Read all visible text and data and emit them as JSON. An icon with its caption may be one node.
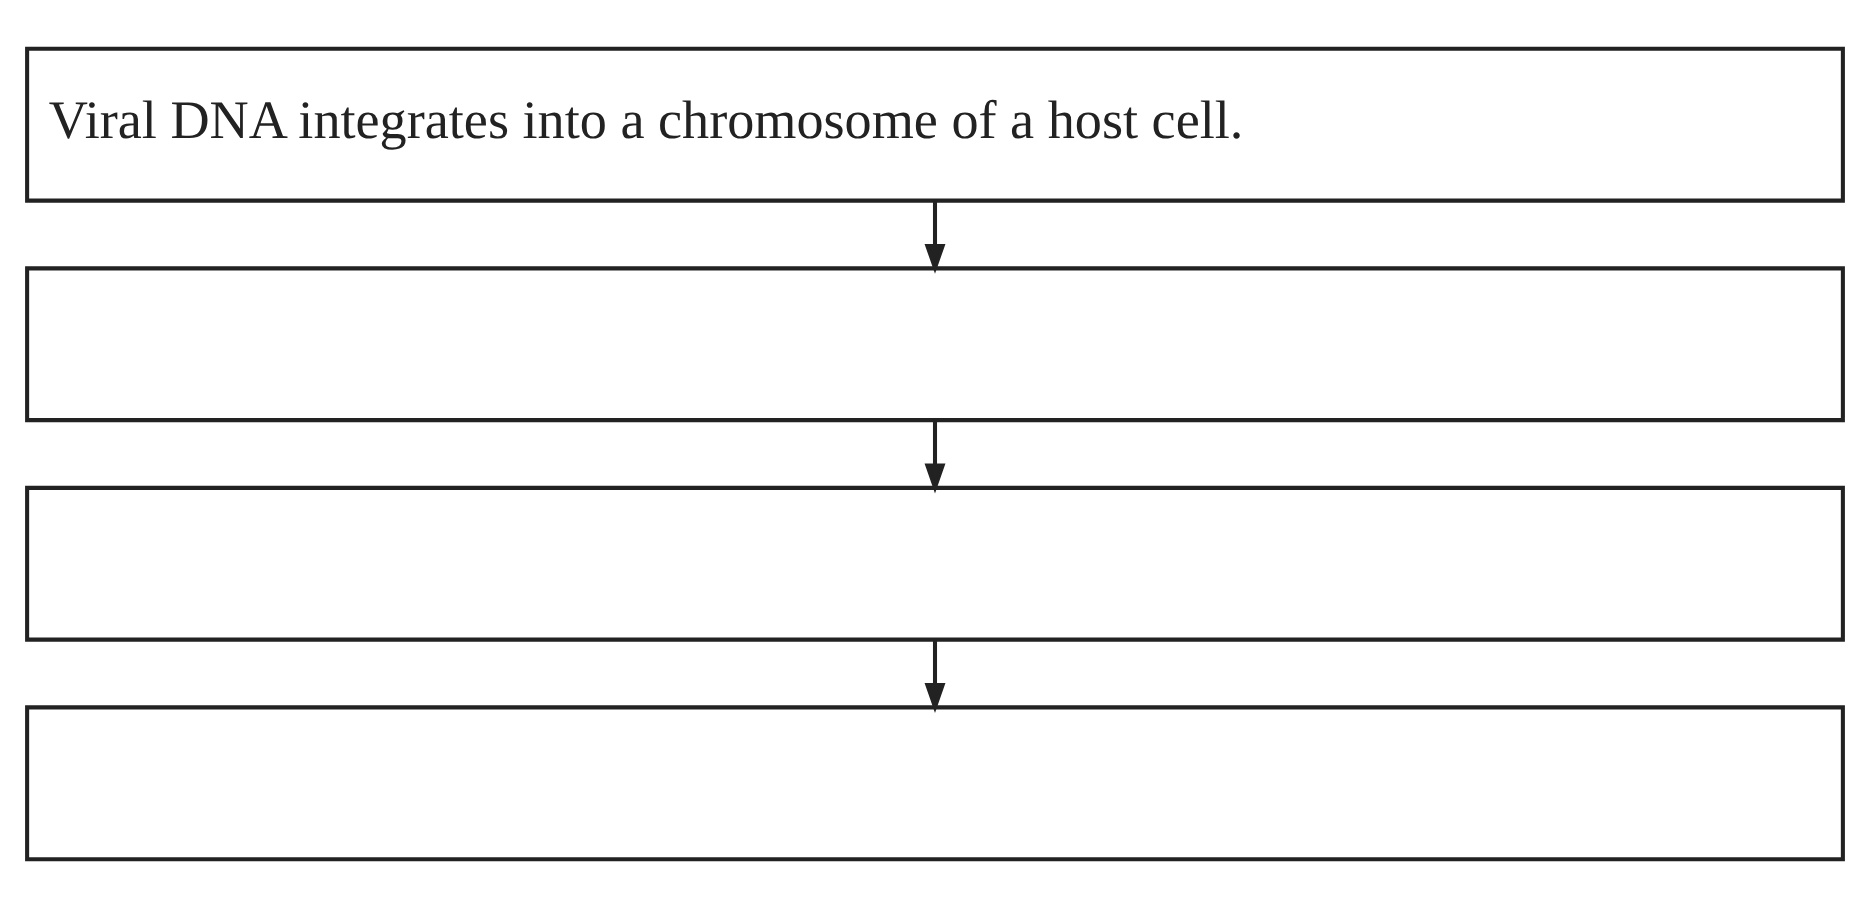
{
  "diagram": {
    "nodes": [
      {
        "text": [
          "Viral DNA integrates into a chromosome of a host cell."
        ]
      },
      {
        "text": [],
        "shape": "box"
      },
      {
        "text": [],
        "shape": "box"
      },
      {
        "text": [],
        "shape": "box"
      }
    ],
    "edges": [
      {
        "from": 0,
        "to": 1,
        "arrow": "to"
      },
      {
        "from": 1,
        "to": 2,
        "arrow": "to"
      },
      {
        "from": 2,
        "to": 3,
        "arrow": "to"
      }
    ]
  }
}
